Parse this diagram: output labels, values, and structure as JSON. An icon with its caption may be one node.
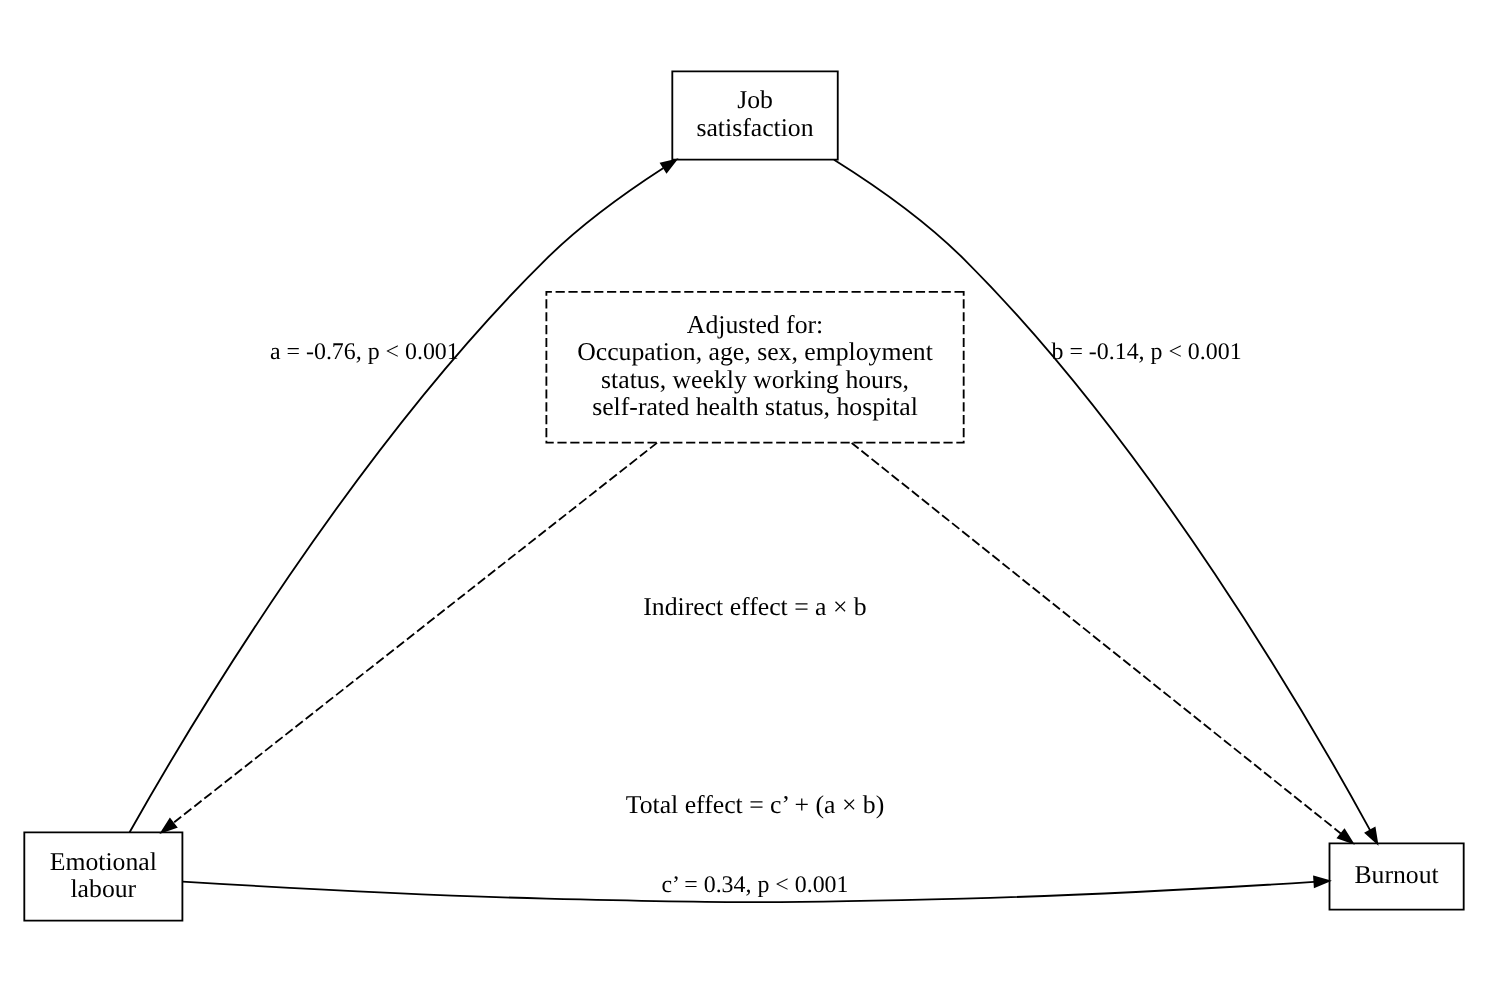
{
  "diagram": {
    "nodes": [
      {
        "text": [
          "Emotional labour"
        ]
      },
      {
        "text": [
          "Job satisfaction"
        ]
      },
      {
        "text": [
          "Burnout"
        ]
      },
      {
        "text": [
          "Adjusted for:",
          "Occupation, age, sex, employment status, weekly working hours, self-rated health status, hospital"
        ]
      }
    ],
    "edges": [
      {
        "from": 0,
        "to": 1,
        "arrow": "to",
        "label": "a = -0.76, p < 0.001"
      },
      {
        "from": 1,
        "to": 2,
        "arrow": "to",
        "label": "b = -0.14, p < 0.001"
      },
      {
        "from": 0,
        "to": 2,
        "arrow": "to",
        "label": "c’ = 0.34, p < 0.001"
      },
      {
        "from": 3,
        "to": 0,
        "arrow": "to",
        "style": "dashed"
      },
      {
        "from": 3,
        "to": 2,
        "arrow": "to",
        "style": "dashed"
      }
    ],
    "labels": [
      "Indirect effect = a × b",
      "Total effect = c’ + (a × b)"
    ]
  }
}
